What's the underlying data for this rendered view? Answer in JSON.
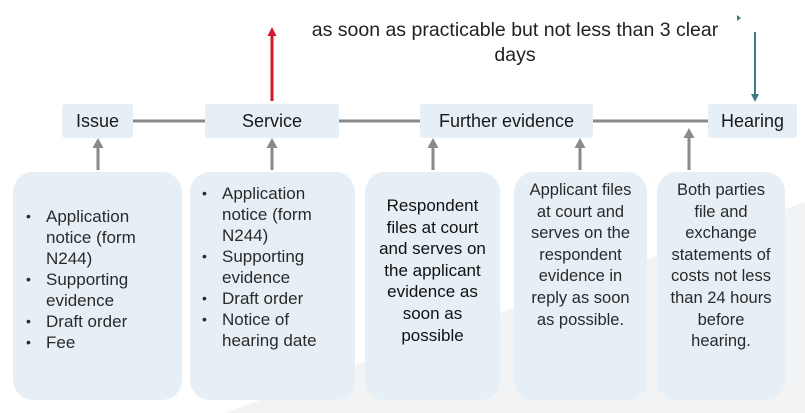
{
  "note": {
    "text_line1": "as soon as practicable but not less than 3 clear",
    "text_line2": "days"
  },
  "colors": {
    "connector": "#8a8a8a",
    "red_arrow": "#d3192b",
    "teal_arrow": "#3f7a82",
    "box_fill": "#e6eff5"
  },
  "stages": [
    {
      "label": "Issue"
    },
    {
      "label": "Service"
    },
    {
      "label": "Further evidence"
    },
    {
      "label": "Hearing"
    }
  ],
  "cards": [
    {
      "items": [
        "Application notice (form N244)",
        "Supporting evidence",
        "Draft order",
        "Fee"
      ]
    },
    {
      "items": [
        "Application notice (form N244)",
        "Supporting evidence",
        "Draft order",
        "Notice of hearing date"
      ]
    },
    {
      "text": "Respondent files at court and serves on the applicant evidence as soon as possible"
    },
    {
      "text": "Applicant files at court and serves on the respondent evidence in reply as soon as possible."
    },
    {
      "text": "Both parties file and exchange statements of costs not less than 24 hours before hearing."
    }
  ]
}
